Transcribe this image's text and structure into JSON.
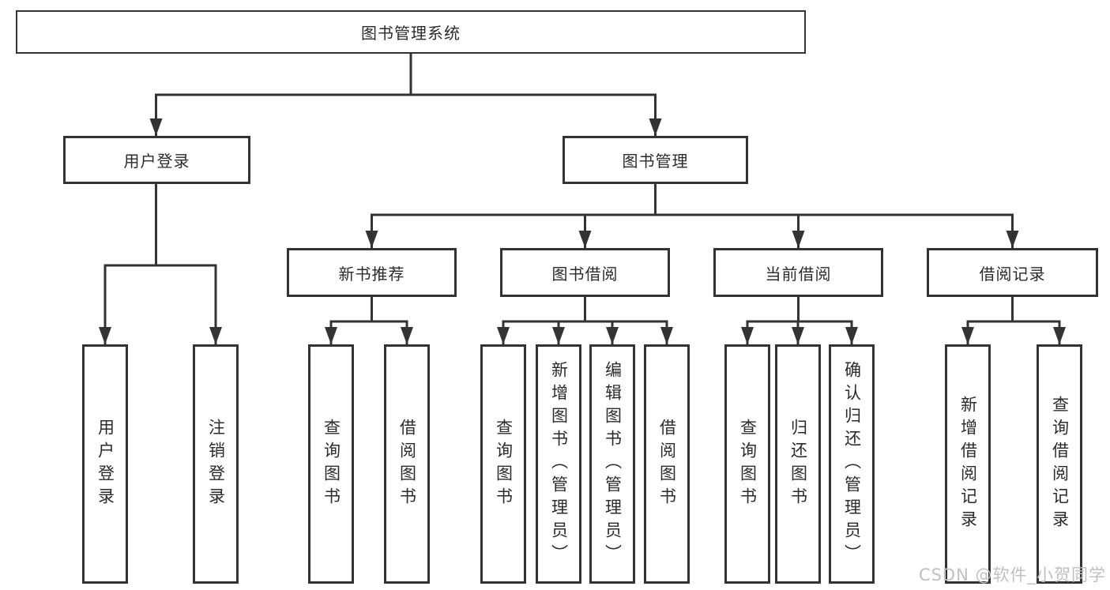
{
  "tree": {
    "root": {
      "label": "图书管理系统"
    },
    "level2": [
      {
        "label": "用户登录"
      },
      {
        "label": "图书管理"
      }
    ],
    "level3": [
      {
        "label": "新书推荐"
      },
      {
        "label": "图书借阅"
      },
      {
        "label": "当前借阅"
      },
      {
        "label": "借阅记录"
      }
    ],
    "leaves": {
      "login": [
        {
          "label": "用户登录"
        },
        {
          "label": "注销登录"
        }
      ],
      "newbook": [
        {
          "label": "查询图书"
        },
        {
          "label": "借阅图书"
        }
      ],
      "borrow": [
        {
          "label": "查询图书"
        },
        {
          "label": "新增图书（管理员）"
        },
        {
          "label": "编辑图书（管理员）"
        },
        {
          "label": "借阅图书"
        }
      ],
      "current": [
        {
          "label": "查询图书"
        },
        {
          "label": "归还图书"
        },
        {
          "label": "确认归还（管理员）"
        }
      ],
      "records": [
        {
          "label": "新增借阅记录"
        },
        {
          "label": "查询借阅记录"
        }
      ]
    }
  },
  "watermark": "CSDN @软件_小贺同学",
  "colors": {
    "line": "#333333",
    "text": "#2b2b2b",
    "background": "#ffffff",
    "watermark": "#c0c0c0"
  }
}
